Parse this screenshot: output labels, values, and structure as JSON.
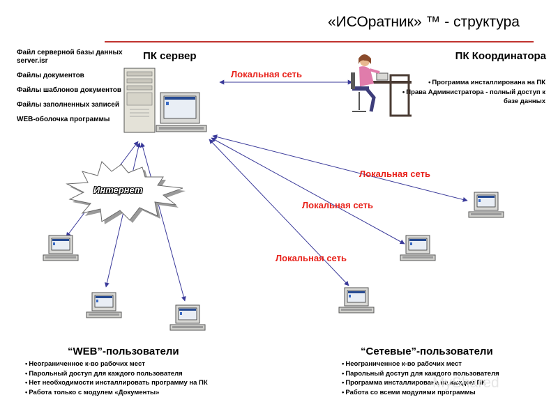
{
  "title": "«ИСОратник» ™ - структура",
  "server": {
    "heading": "ПК сервер",
    "files": [
      "Файл серверной базы данных server.isr",
      "Файлы документов",
      "Файлы шаблонов документов",
      "Файлы заполненных записей",
      "WEB-оболочка программы"
    ]
  },
  "coordinator": {
    "heading": "ПК Координатора",
    "notes": [
      "Программа инсталлирована на ПК",
      "Права Администратора - полный доступ к базе данных"
    ]
  },
  "lan_labels": [
    "Локальная сеть",
    "Локальная сеть",
    "Локальная сеть",
    "Локальная сеть"
  ],
  "internet_label": "Интернет",
  "web_users": {
    "heading": "“WEB”-пользователи",
    "items": [
      "Неограниченное к-во рабочих мест",
      "Парольный доступ для каждого пользователя",
      "Нет необходимости инсталлировать программу на ПК",
      "Работа только с модулем «Документы»"
    ]
  },
  "net_users": {
    "heading": "“Сетевые”-пользователи",
    "items": [
      "Неограниченное к-во рабочих мест",
      "Парольный доступ для каждого пользователя",
      "Программа инсталлирована на каждом ПК",
      "Работа со всеми модулями программы"
    ]
  },
  "watermark": "MyShared",
  "colors": {
    "accent": "#e8231c",
    "rule": "#c0332e",
    "arrow": "#3a3a9a"
  }
}
